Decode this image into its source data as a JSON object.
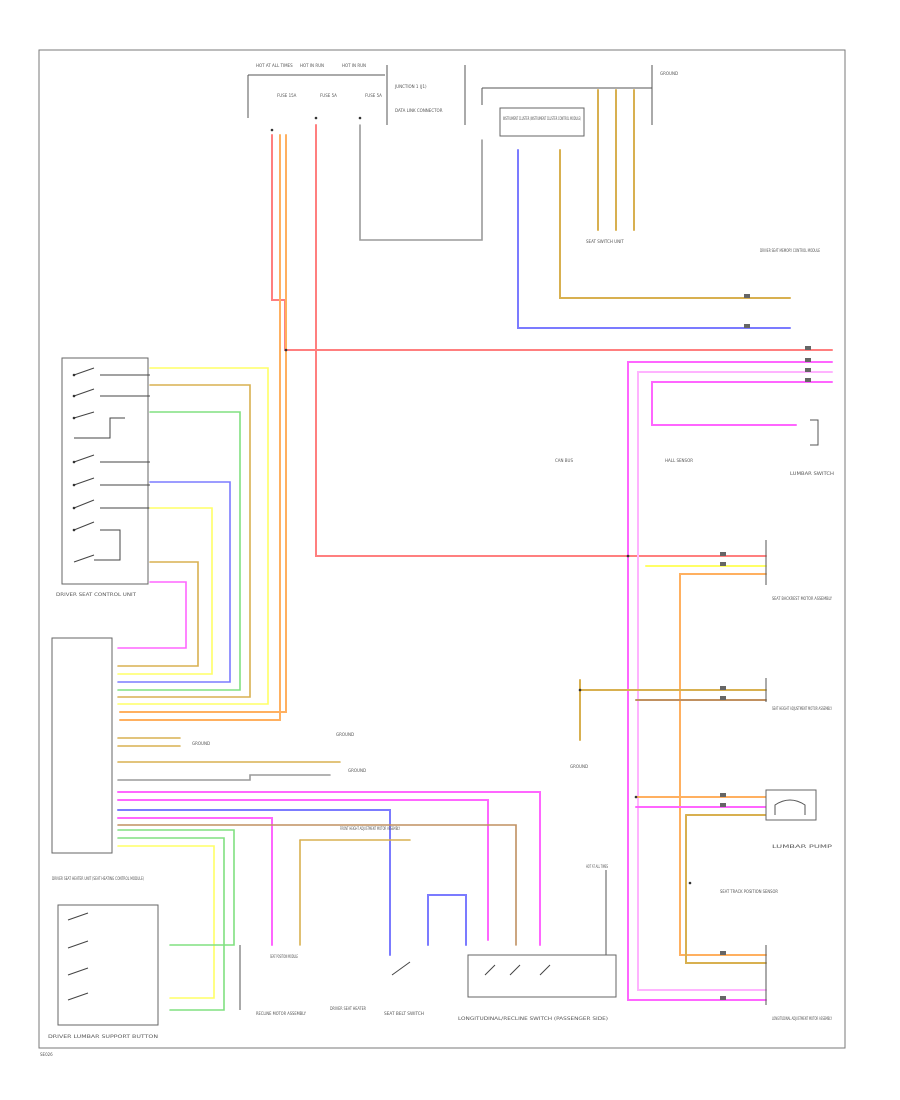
{
  "colors": {
    "red": "#ff7f7f",
    "orange": "#ffb060",
    "pink": "#ff66ff",
    "yellow": "#ffff66",
    "green": "#80e080",
    "blue": "#7b7bff",
    "tan": "#d8b050",
    "gray": "#9a9a9a",
    "light_pink": "#ffb3ff",
    "brown": "#c09060"
  },
  "page": {
    "footer_code": "SE026"
  },
  "components": {
    "power_distribution_1": "HOT AT ALL TIMES",
    "power_distribution_2": "HOT IN RUN",
    "power_distribution_3": "HOT IN RUN",
    "fuse_1": "FUSE 15A",
    "fuse_2": "FUSE 5A",
    "fuse_3": "FUSE 5A",
    "instrument_cluster": "INSTRUMENT CLUSTER (INSTRUMENT CLUSTER CONTROL MODULE)",
    "junction": "JUNCTION 1 (J1)",
    "data_link": "DATA LINK CONNECTOR",
    "ground_1": "GROUND",
    "seat_memory": "DRIVER SEAT MEMORY CONTROL MODULE",
    "driver_seat_control_unit": "DRIVER SEAT CONTROL UNIT",
    "driver_seat_heater_unit": "DRIVER SEAT HEATER UNIT (SEAT HEATING CONTROL MODULE)",
    "driver_lumbar_button": "DRIVER LUMBAR SUPPORT BUTTON",
    "lumbar_switch": "LUMBAR SWITCH",
    "lumbar_pump": "LUMBAR PUMP",
    "seat_track_sensor": "SEAT TRACK POSITION SENSOR",
    "hall_sensor_1": "HALL SENSOR",
    "seat_backrest_motor": "SEAT BACKREST MOTOR ASSEMBLY",
    "seat_height_motor": "SEAT HEIGHT ADJUSTMENT MOTOR ASSEMBLY",
    "front_height_motor": "FRONT HEIGHT ADJUSTMENT MOTOR ASSEMBLY",
    "longitudinal_motor": "LONGITUDINAL ADJUSTMENT MOTOR ASSEMBLY",
    "recline_motor": "RECLINE MOTOR ASSEMBLY",
    "longitudinal_switch": "LONGITUDINAL/RECLINE SWITCH (PASSENGER SIDE)",
    "seat_switch_unit": "SEAT SWITCH UNIT",
    "driver_seat_heater": "DRIVER SEAT HEATER",
    "seat_belt_switch": "SEAT BELT SWITCH",
    "ground_2": "GROUND",
    "ground_3": "GROUND",
    "ground_4": "GROUND",
    "ground_5": "GROUND",
    "seat_position_module": "SEAT POSITION MODULE",
    "can_bus": "CAN BUS",
    "hot_at_all_times_4": "HOT AT ALL TIMES"
  }
}
